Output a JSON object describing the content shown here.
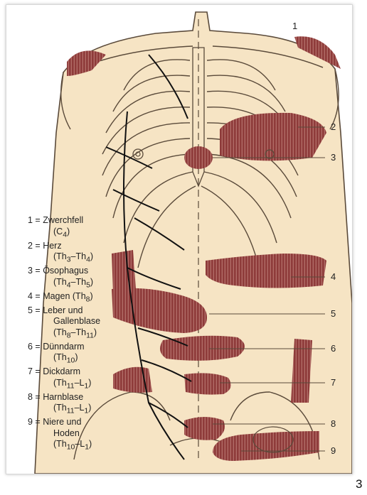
{
  "colors": {
    "skin": "#f6e4c4",
    "zone": "#8e3b3a",
    "outline": "#5a4a3a",
    "nerve": "#111111"
  },
  "callout_numbers": [
    "1",
    "2",
    "3",
    "4",
    "5",
    "6",
    "7",
    "8",
    "9"
  ],
  "legend": [
    {
      "line1": "1 = Zwerchfell",
      "line2": "(C",
      "sub2": "4",
      "tail2": ")"
    },
    {
      "line1": "2 = Herz",
      "line2": "(Th",
      "sub2": "3",
      "mid2": "–Th",
      "sub3": "4",
      "tail2": ")"
    },
    {
      "line1": "3 = Ösophagus",
      "line2": "(Th",
      "sub2": "4",
      "mid2": "–Th",
      "sub3": "5",
      "tail2": ")"
    },
    {
      "line1": "4 = Magen (Th",
      "sub1": "8",
      "tail1": ")"
    },
    {
      "line1": "5 = Leber und",
      "line2": "Gallenblase",
      "line3": "(Th",
      "sub3a": "8",
      "mid3": "–Th",
      "sub3b": "11",
      "tail3": ")"
    },
    {
      "line1": "6 = Dünndarm",
      "line2": "(Th",
      "sub2": "10",
      "tail2": ")"
    },
    {
      "line1": "7 = Dickdarm",
      "line2": "(Th",
      "sub2": "11",
      "mid2": "–L",
      "sub3": "1",
      "tail2": ")"
    },
    {
      "line1": "8 = Harnblase",
      "line2": "(Th",
      "sub2": "11",
      "mid2": "–L",
      "sub3": "1",
      "tail2": ")"
    },
    {
      "line1": "9 = Niere und",
      "line2": "Hoden",
      "line3": "(Th",
      "sub3a": "10",
      "mid3": "–L",
      "sub3b": "1",
      "tail3": ")"
    }
  ],
  "page_number": "3"
}
